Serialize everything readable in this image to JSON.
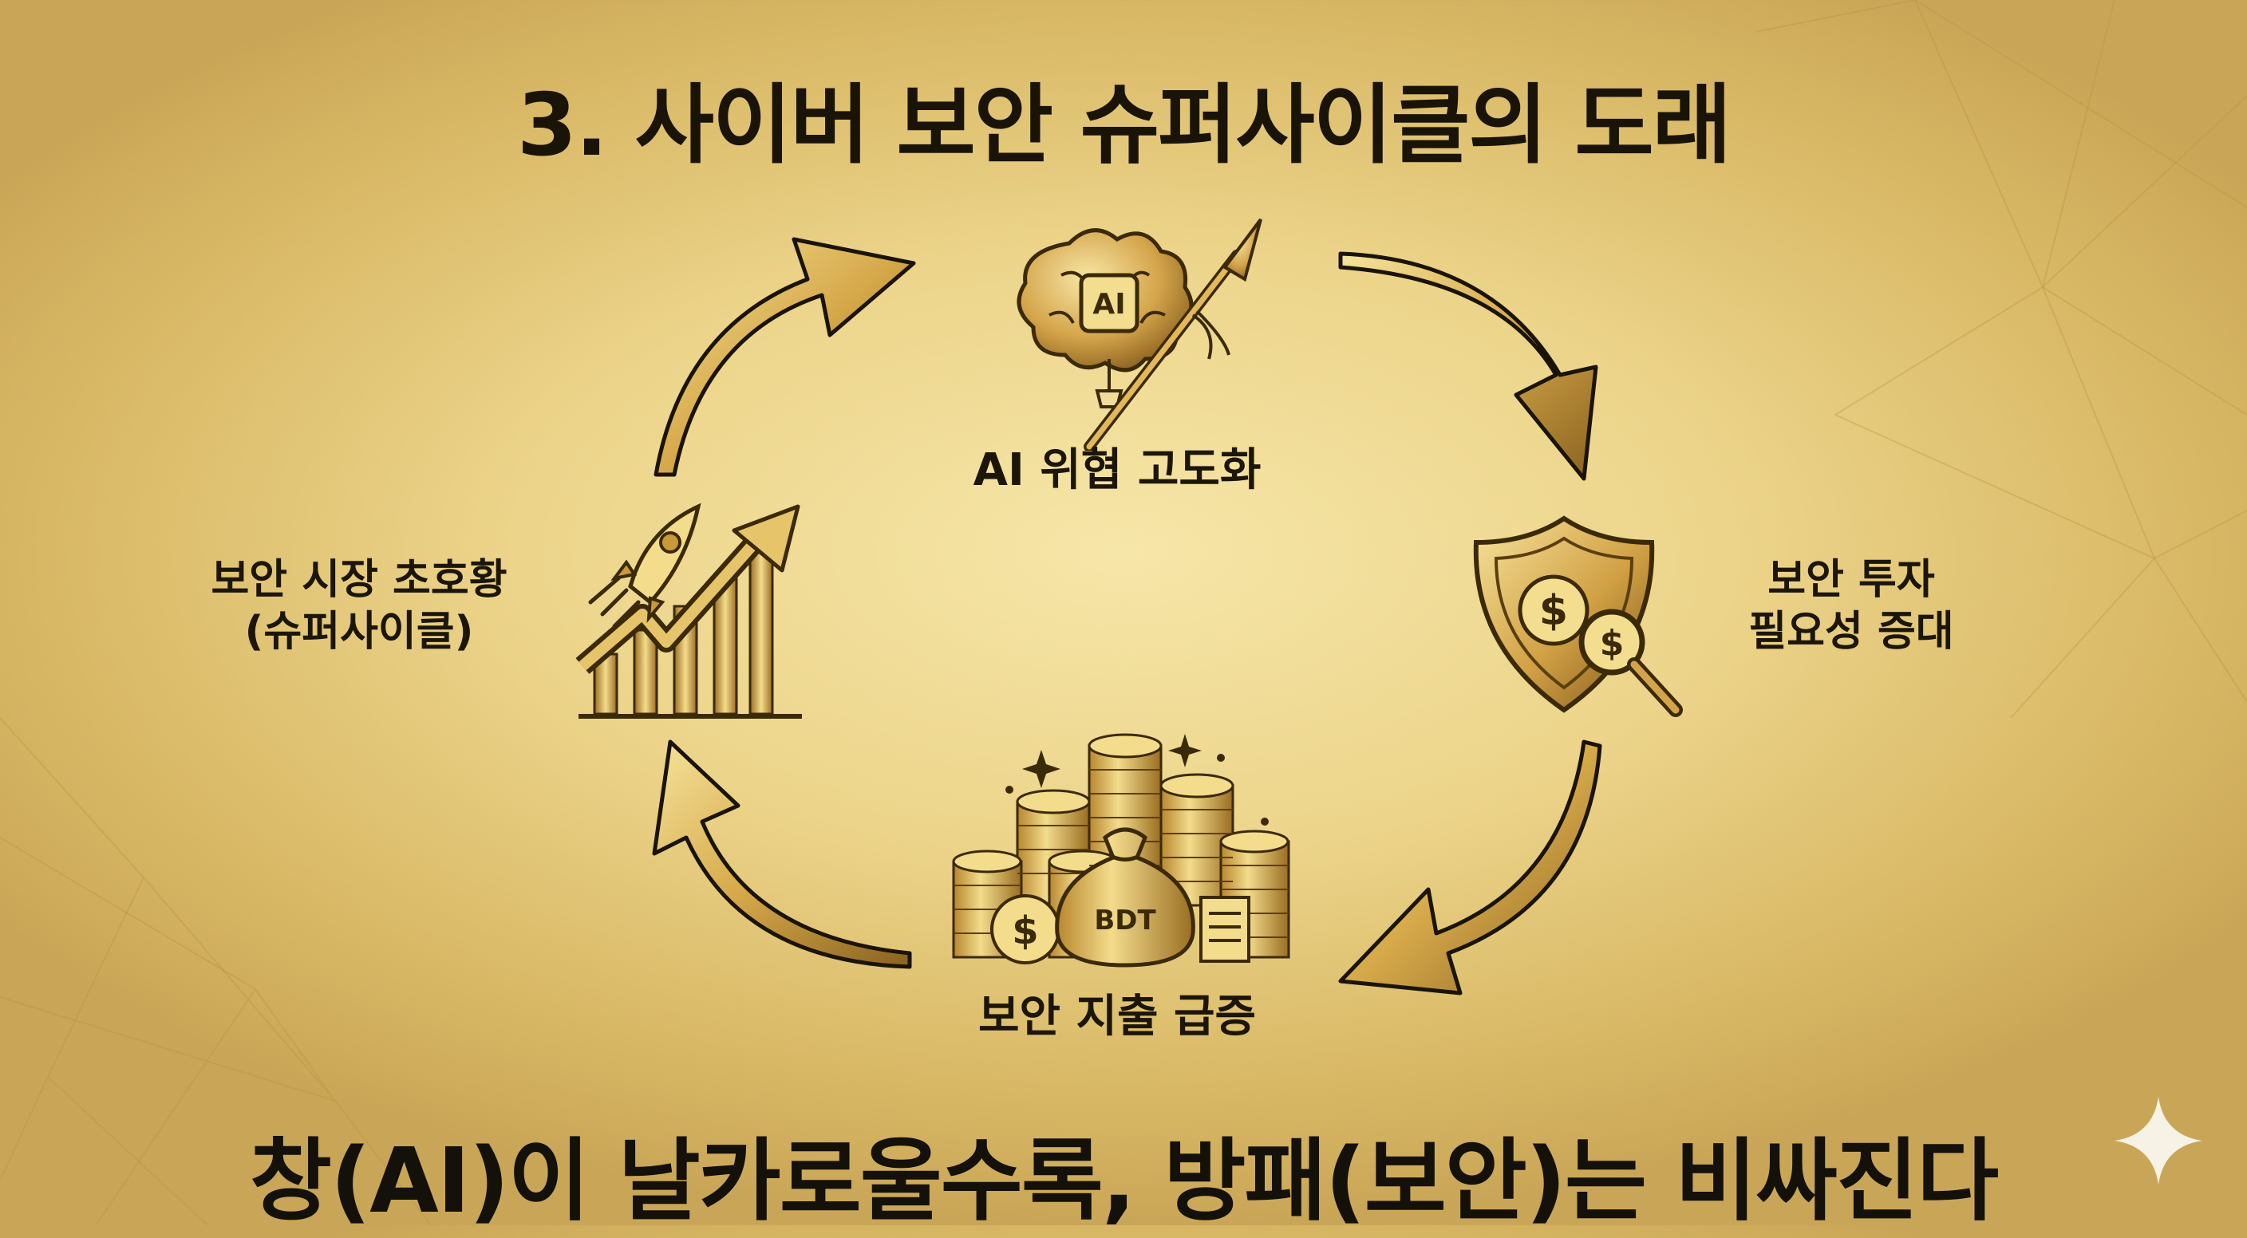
{
  "title": "3. 사이버 보안 슈퍼사이클의 도래",
  "tagline": "창(AI)이 날카로울수록, 방패(보안)는 비싸진다",
  "cycle": [
    {
      "lines": [
        "AI 위협 고도화"
      ],
      "icon": "ai-brain-spear-icon",
      "badge": "AI"
    },
    {
      "lines": [
        "보안 투자",
        "필요성 증대"
      ],
      "icon": "shield-dollar-magnifier-icon",
      "badge": "$"
    },
    {
      "lines": [
        "보안 지출 급증"
      ],
      "icon": "coin-stacks-money-bag-icon",
      "bag_text": "BDT"
    },
    {
      "lines": [
        "보안 시장 초호황",
        "(슈퍼사이클)"
      ],
      "icon": "rocket-growth-chart-icon"
    }
  ],
  "colors": {
    "gold_light": "#f3dd8f",
    "gold": "#c99a38",
    "gold_dark": "#5a3f0c",
    "text": "#1a1408"
  }
}
